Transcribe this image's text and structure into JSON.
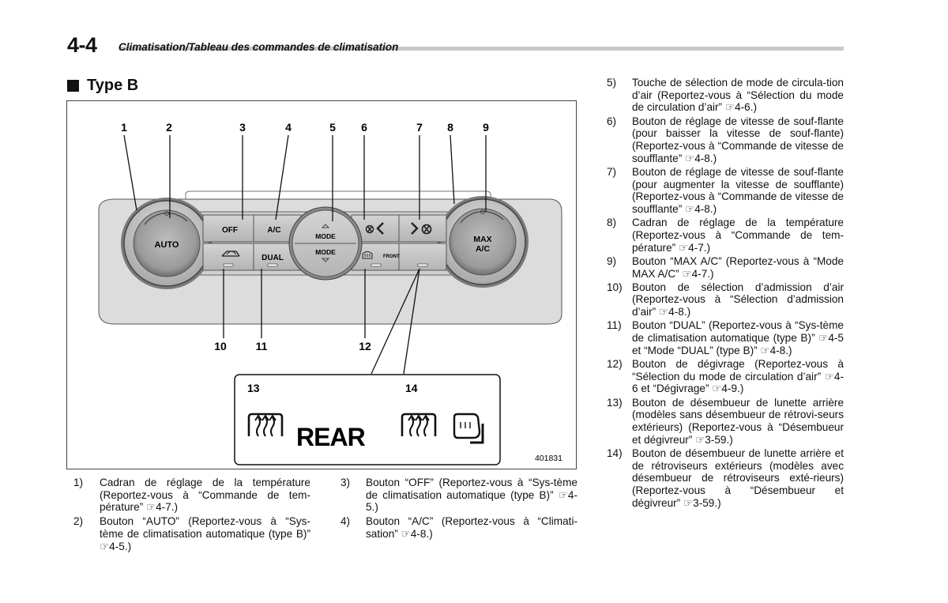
{
  "header": {
    "page_number": "4-4",
    "title": "Climatisation/Tableau des commandes de climatisation"
  },
  "section": {
    "title": "Type B"
  },
  "figure": {
    "callouts": [
      "1",
      "2",
      "3",
      "4",
      "5",
      "6",
      "7",
      "8",
      "9",
      "10",
      "11",
      "12",
      "13",
      "14"
    ],
    "buttons": {
      "auto": "AUTO",
      "off": "OFF",
      "ac": "A/C",
      "dual": "DUAL",
      "mode": "MODE",
      "max_ac_line1": "MAX",
      "max_ac_line2": "A/C",
      "front": "FRONT"
    },
    "inset_label": "REAR",
    "figure_id": "401831"
  },
  "list_items": [
    {
      "num": "1)",
      "text": "Cadran de réglage de la température (Reportez-vous à “Commande de tem-pérature” ☞4-7.)"
    },
    {
      "num": "2)",
      "text": "Bouton “AUTO” (Reportez-vous à “Sys-tème de climatisation automatique (type B)” ☞4-5.)"
    },
    {
      "num": "3)",
      "text": "Bouton “OFF” (Reportez-vous à “Sys-tème de climatisation automatique (type B)” ☞4-5.)"
    },
    {
      "num": "4)",
      "text": "Bouton “A/C” (Reportez-vous à “Climati-sation” ☞4-8.)"
    },
    {
      "num": "5)",
      "text": "Touche de sélection de mode de circula-tion d’air (Reportez-vous à “Sélection du mode de circulation d’air” ☞4-6.)"
    },
    {
      "num": "6)",
      "text": "Bouton de réglage de vitesse de souf-flante (pour baisser la vitesse de souf-flante) (Reportez-vous à “Commande de vitesse de soufflante” ☞4-8.)"
    },
    {
      "num": "7)",
      "text": "Bouton de réglage de vitesse de souf-flante (pour augmenter la vitesse de soufflante) (Reportez-vous à “Commande de vitesse de soufflante” ☞4-8.)"
    },
    {
      "num": "8)",
      "text": "Cadran de réglage de la température (Reportez-vous à “Commande de tem-pérature” ☞4-7.)"
    },
    {
      "num": "9)",
      "text": "Bouton “MAX A/C” (Reportez-vous à “Mode MAX A/C” ☞4-7.)"
    },
    {
      "num": "10)",
      "text": "Bouton de sélection d’admission d’air (Reportez-vous à “Sélection d’admission d’air” ☞4-8.)"
    },
    {
      "num": "11)",
      "text": "Bouton “DUAL” (Reportez-vous à “Sys-tème de climatisation automatique (type B)” ☞4-5 et “Mode “DUAL” (type B)” ☞4-8.)"
    },
    {
      "num": "12)",
      "text": "Bouton de dégivrage (Reportez-vous à “Sélection du mode de circulation d’air” ☞4-6 et “Dégivrage” ☞4-9.)"
    },
    {
      "num": "13)",
      "text": "Bouton de désembueur de lunette arrière (modèles sans désembueur de rétrovi-seurs extérieurs) (Reportez-vous à “Désembueur et dégivreur” ☞3-59.)"
    },
    {
      "num": "14)",
      "text": "Bouton de désembueur de lunette arrière et de rétroviseurs extérieurs (modèles avec désembueur de rétroviseurs exté-rieurs) (Reportez-vous à “Désembueur et dégivreur” ☞3-59.)"
    }
  ]
}
